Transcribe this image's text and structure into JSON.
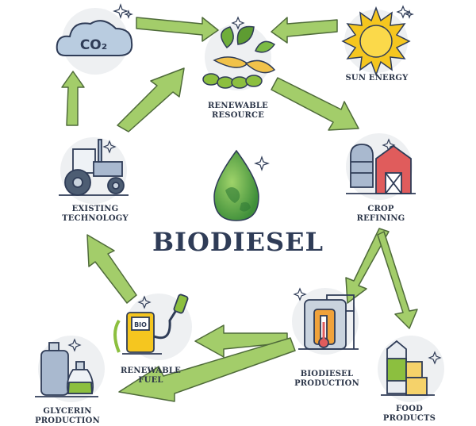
{
  "title": "BIODIESEL",
  "co2_text": "CO₂",
  "bio_badge": "BIO",
  "nodes": {
    "renewable_resource": {
      "line1": "RENEWABLE",
      "line2": "RESOURCE"
    },
    "sun_energy": {
      "line1": "SUN ENERGY"
    },
    "crop_refining": {
      "line1": "CROP",
      "line2": "REFINING"
    },
    "biodiesel_production": {
      "line1": "BIODIESEL",
      "line2": "PRODUCTION"
    },
    "food_products": {
      "line1": "FOOD",
      "line2": "PRODUCTS"
    },
    "renewable_fuel": {
      "line1": "RENEWABLE",
      "line2": "FUEL"
    },
    "glycerin_production": {
      "line1": "GLYCERIN",
      "line2": "PRODUCTION"
    },
    "existing_technology": {
      "line1": "EXISTING",
      "line2": "TECHNOLOGY"
    }
  },
  "colors": {
    "arrow_fill": "#a3cd6a",
    "arrow_stroke": "#4f6b3a",
    "outline": "#2f3c57",
    "leaf_green": "#6fae3a",
    "sun_yellow": "#f5c61f",
    "barn_red": "#e05c5c",
    "cloud_blue": "#b9cce0",
    "tank_orange": "#f0a23a"
  }
}
